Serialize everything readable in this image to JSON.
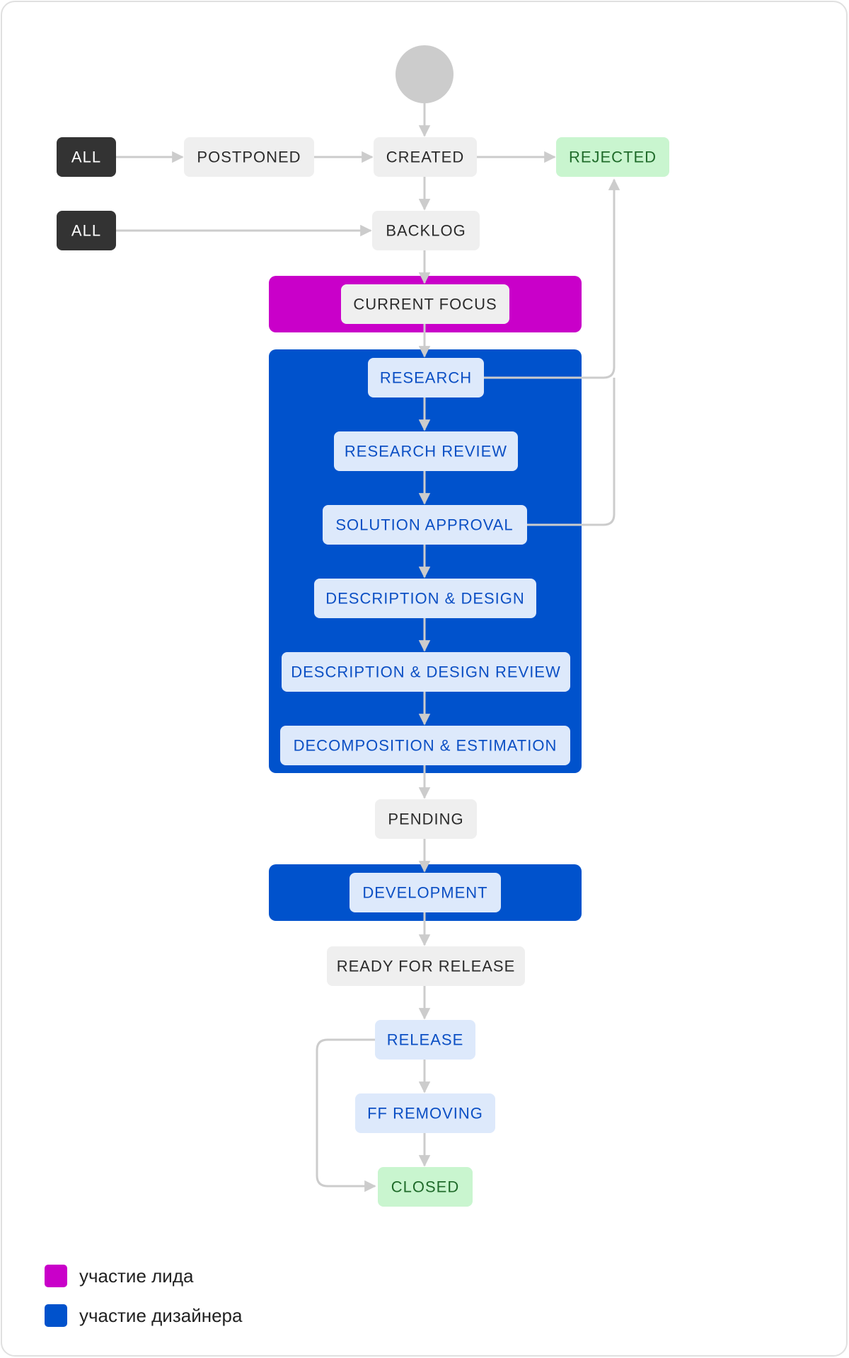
{
  "nodes": {
    "start": "",
    "all_1": "ALL",
    "all_2": "ALL",
    "postponed": "POSTPONED",
    "created": "CREATED",
    "rejected": "REJECTED",
    "backlog": "BACKLOG",
    "current_focus": "CURRENT FOCUS",
    "research": "RESEARCH",
    "research_review": "RESEARCH REVIEW",
    "solution_approval": "SOLUTION APPROVAL",
    "description_design": "DESCRIPTION & DESIGN",
    "description_design_review": "DESCRIPTION & DESIGN REVIEW",
    "decomposition_estimation": "DECOMPOSITION & ESTIMATION",
    "pending": "PENDING",
    "development": "DEVELOPMENT",
    "ready_for_release": "READY FOR RELEASE",
    "release": "RELEASE",
    "ff_removing": "FF REMOVING",
    "closed": "CLOSED"
  },
  "legend": {
    "lead": {
      "label": "участие лида",
      "color": "#c900c9"
    },
    "designer": {
      "label": "участие дизайнера",
      "color": "#0052cc"
    }
  },
  "colors": {
    "gray_node": "#efefef",
    "gray_text": "#2b2b2b",
    "dark_node": "#333333",
    "dark_text": "#ffffff",
    "green_node": "#c9f5cf",
    "green_text": "#1f6b2a",
    "blue_node": "#dde9fb",
    "blue_text": "#0b4fc4",
    "connector": "#cccccc",
    "start_circle": "#cccccc"
  }
}
